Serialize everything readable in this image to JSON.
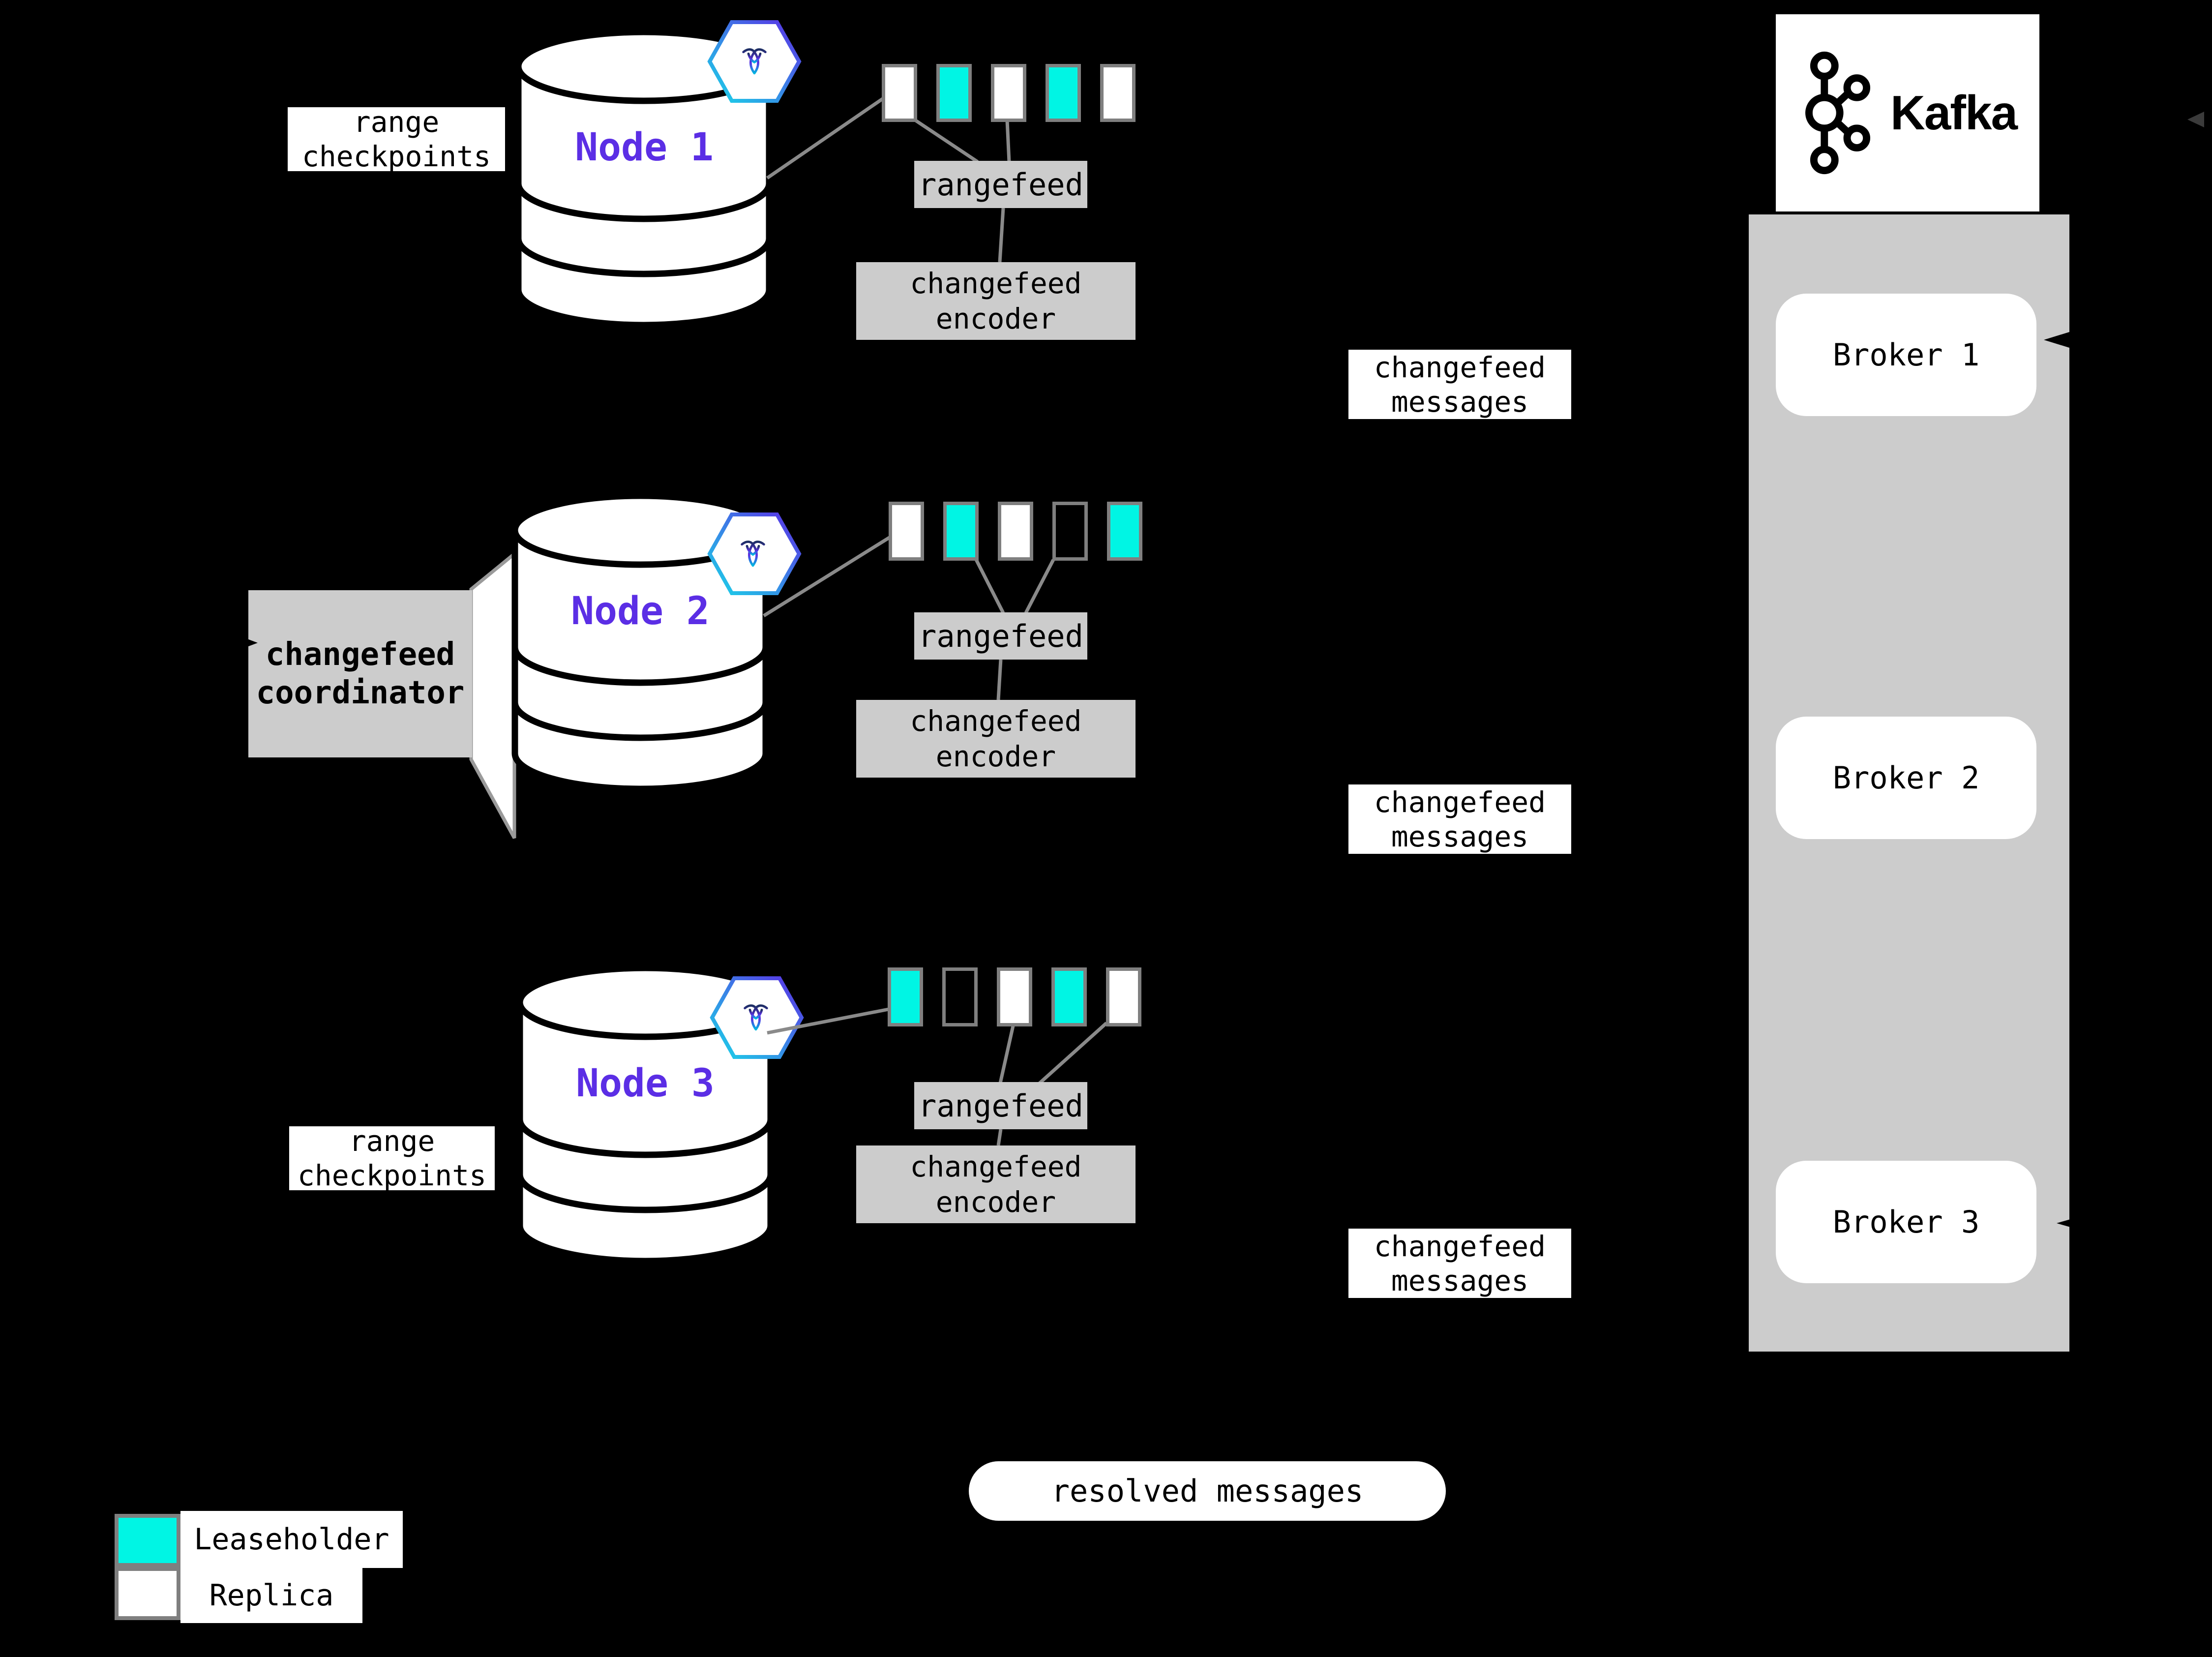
{
  "colors": {
    "background": "#000000",
    "leaseholder": "#00f5e4",
    "replica": "#ffffff",
    "empty": "#000000",
    "node_label": "#5b2ee5",
    "panel_gray": "#cccccc",
    "line_gray": "#8a8a8a",
    "range_border": "#7f7f7f",
    "hex_gradient_start": "#19d6e8",
    "hex_gradient_end": "#5b2ee5",
    "roach_gradient_top": "#1d2e63",
    "roach_gradient_mid": "#5b2ee5",
    "roach_gradient_bottom": "#00b7e0"
  },
  "labels": {
    "range_checkpoints": "range checkpoints",
    "rangefeed": "rangefeed",
    "changefeed_encoder": "changefeed encoder",
    "changefeed_messages": "changefeed messages",
    "changefeed_coordinator": "changefeed coordinator",
    "resolved_messages": "resolved messages"
  },
  "nodes": [
    {
      "label": "Node 1",
      "ranges": [
        "replica",
        "leaseholder",
        "replica",
        "leaseholder",
        "replica"
      ]
    },
    {
      "label": "Node 2",
      "ranges": [
        "replica",
        "leaseholder",
        "replica",
        "empty",
        "leaseholder"
      ]
    },
    {
      "label": "Node 3",
      "ranges": [
        "leaseholder",
        "empty",
        "replica",
        "leaseholder",
        "replica"
      ]
    }
  ],
  "kafka": {
    "brand": "Kafka",
    "brokers": [
      "Broker 1",
      "Broker 2",
      "Broker 3"
    ]
  },
  "legend": [
    {
      "role": "leaseholder",
      "label": "Leaseholder"
    },
    {
      "role": "replica",
      "label": "Replica"
    }
  ]
}
